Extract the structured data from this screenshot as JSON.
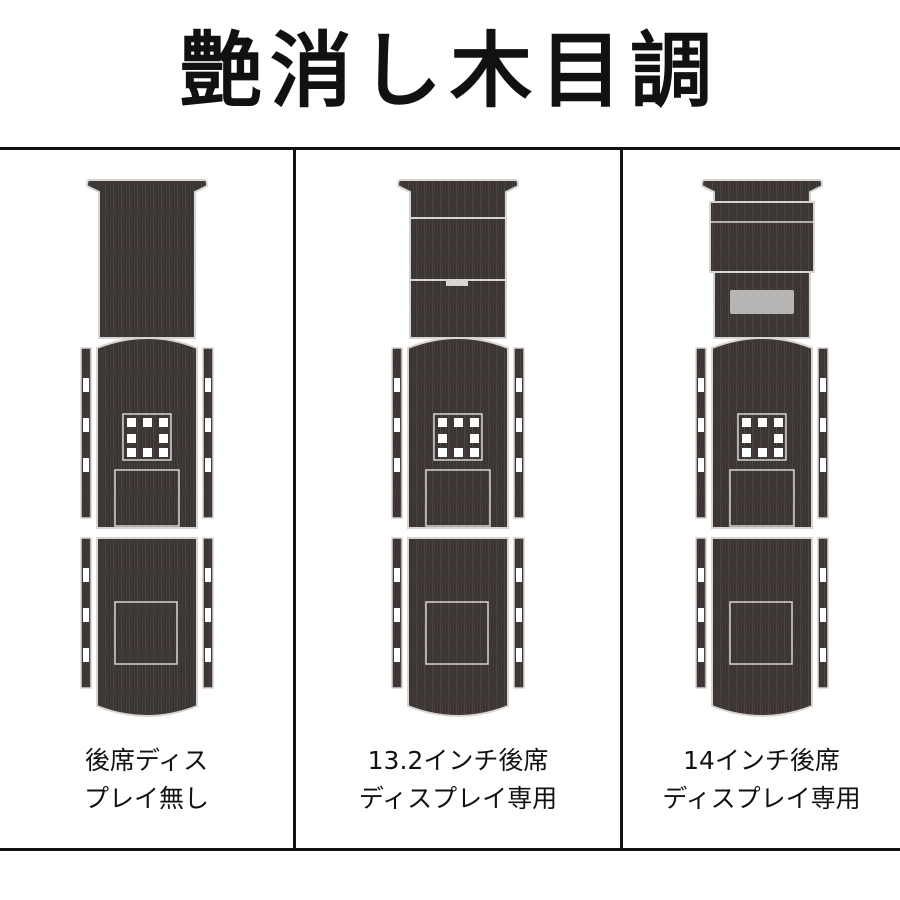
{
  "title": "艶消し木目調",
  "colors": {
    "wood_dark": "#3a3432",
    "wood_mid": "#4a4341",
    "outline": "#d8d4d0",
    "frame": "#111111"
  },
  "variants": [
    {
      "line1": "後席ディス",
      "line2": "プレイ無し",
      "top_panel": "plain"
    },
    {
      "line1": "13.2インチ後席",
      "line2": "ディスプレイ専用",
      "top_panel": "display-13"
    },
    {
      "line1": "14インチ後席",
      "line2": "ディスプレイ専用",
      "top_panel": "display-14"
    }
  ]
}
